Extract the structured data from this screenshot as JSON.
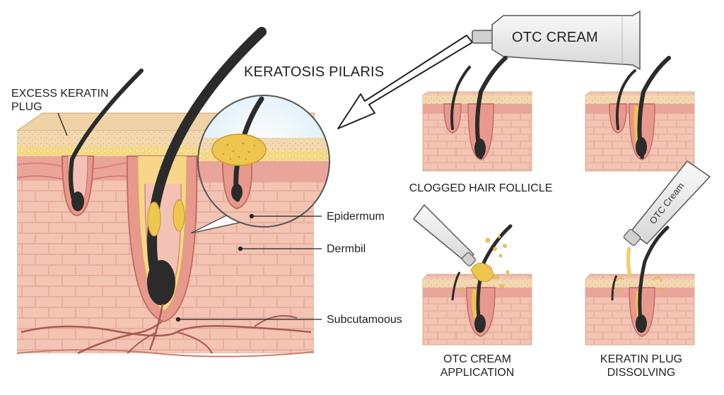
{
  "title": "KERATOSIS PILARIS",
  "tube_label": "OTC CREAM",
  "small_tube_label": "OTC Cream",
  "labels": {
    "keratin_plug": "EXCESS KERATIN\nPLUG",
    "epidermis": "Epidermum",
    "dermis": "Dermbil",
    "subcutaneous": "Subcutamoous"
  },
  "panels": [
    {
      "id": "clogged",
      "caption": "CLOGGED HAIR FOLLICLE"
    },
    {
      "id": "clogged-2",
      "caption": ""
    },
    {
      "id": "application",
      "caption": "OTC CREAM\nAPPLICATION"
    },
    {
      "id": "dissolving",
      "caption": "KERATIN PLUG\nDISSOLVING"
    }
  ],
  "colors": {
    "stratum": "#f3d8b0",
    "fat": "#f6dc8a",
    "epidermis": "#e9a59a",
    "dermis": "#f3c3b3",
    "cell_line": "#e6a996",
    "hair": "#2b2b2b",
    "plug": "#eec64e",
    "outline": "#333333"
  }
}
